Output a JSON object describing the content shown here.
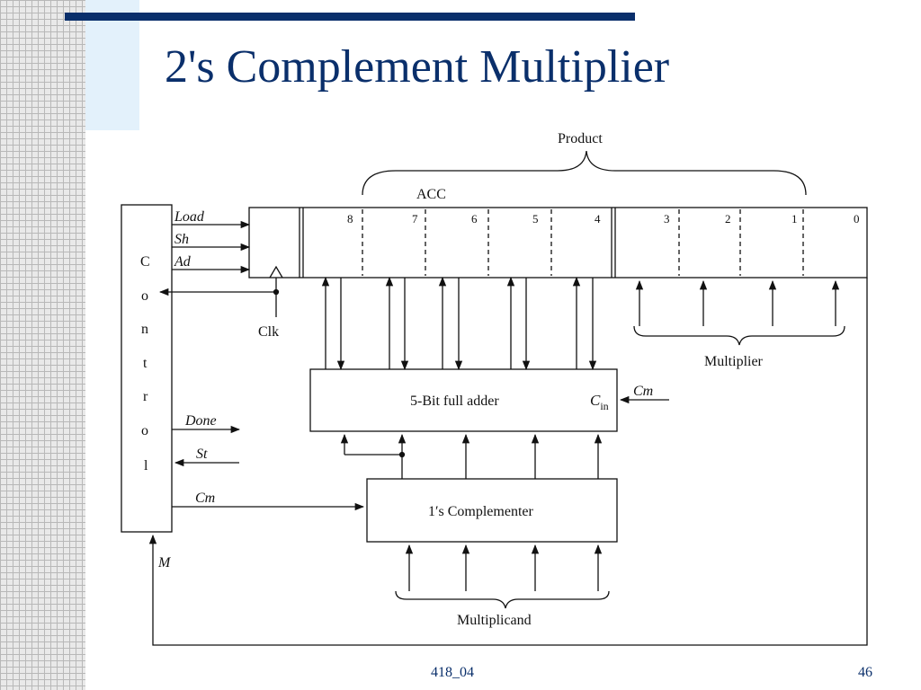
{
  "slide": {
    "title": "2's Complement Multiplier",
    "footer": "418_04",
    "page_number": "46"
  },
  "diagram": {
    "product_label": "Product",
    "acc_label": "ACC",
    "multiplier_label": "Multiplier",
    "multiplicand_label": "Multiplicand",
    "control_letters": [
      "C",
      "o",
      "n",
      "t",
      "r",
      "o",
      "l"
    ],
    "control_inputs": [
      "Load",
      "Sh",
      "Ad"
    ],
    "clk_label": "Clk",
    "done_label": "Done",
    "st_label": "St",
    "cm_label_left": "Cm",
    "cm_label_right": "Cm",
    "m_label": "M",
    "adder_label": "5-Bit full adder",
    "cin_label": "C",
    "cin_sub": "in",
    "complementer_label": "1′s Complementer",
    "bit_labels": [
      "8",
      "7",
      "6",
      "5",
      "4",
      "3",
      "2",
      "1",
      "0"
    ]
  }
}
